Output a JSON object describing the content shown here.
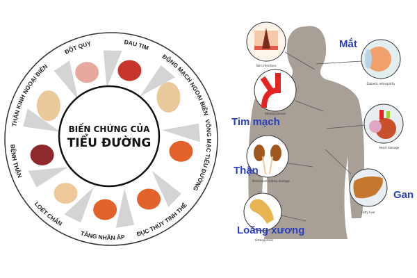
{
  "wheel": {
    "title_line1": "BIẾN CHỨNG CỦA",
    "title_line2": "TIỂU ĐƯỜNG",
    "segments": [
      {
        "label": "ĐAU TIM",
        "icon": "heart"
      },
      {
        "label": "ĐỘNG MẠCH NGOẠI BIÊN",
        "icon": "legs-arteries"
      },
      {
        "label": "VÕNG MẠC TIỂU ĐƯỜNG",
        "icon": "eye"
      },
      {
        "label": "ĐỤC THỦY TINH THỂ",
        "icon": "eye"
      },
      {
        "label": "TĂNG NHÃN ÁP",
        "icon": "eye"
      },
      {
        "label": "LOÉT CHÂN",
        "icon": "foot"
      },
      {
        "label": "BỆNH THẬN",
        "icon": "kidney"
      },
      {
        "label": "THẦN KINH NGOẠI BIÊN",
        "icon": "legs-nerve"
      },
      {
        "label": "ĐỘT QUỴ",
        "icon": "brain"
      }
    ]
  },
  "body": {
    "labels": {
      "eye": "Mắt",
      "cardio": "Tim mạch",
      "kidney": "Thận",
      "liver": "Gan",
      "bone": "Loãng xương"
    },
    "captions": {
      "skin": "Skin infections",
      "eye": "Diabetic retinopathy",
      "artery": "Atherosclerosis",
      "heart": "Heart damage",
      "kidney": "Permanent kidney damage",
      "liver": "Fatty liver",
      "bone": "Osteoporosis"
    }
  },
  "colors": {
    "label_blue": "#2b3fbf",
    "silhouette": "#a59d93"
  }
}
